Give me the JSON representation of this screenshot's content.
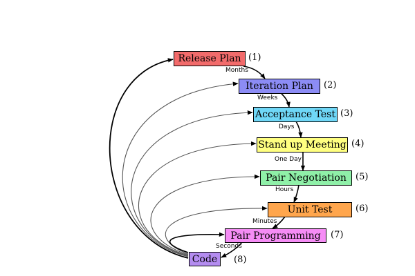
{
  "steps": [
    {
      "label": "Release Plan",
      "number": "(1)",
      "color": "#f26b6b"
    },
    {
      "label": "Iteration Plan",
      "number": "(2)",
      "color": "#8c8cf5"
    },
    {
      "label": "Acceptance Test",
      "number": "(3)",
      "color": "#6fd7f7"
    },
    {
      "label": "Stand up Meeting",
      "number": "(4)",
      "color": "#ffff80"
    },
    {
      "label": "Pair Negotiation",
      "number": "(5)",
      "color": "#8ff0a8"
    },
    {
      "label": "Unit Test",
      "number": "(6)",
      "color": "#ffa64d"
    },
    {
      "label": "Pair Programming",
      "number": "(7)",
      "color": "#f58cf5"
    },
    {
      "label": "Code",
      "number": "(8)",
      "color": "#b48cf0"
    }
  ],
  "intervals": [
    "Months",
    "Weeks",
    "Days",
    "One Day",
    "Hours",
    "Minutes",
    "Seconds"
  ]
}
